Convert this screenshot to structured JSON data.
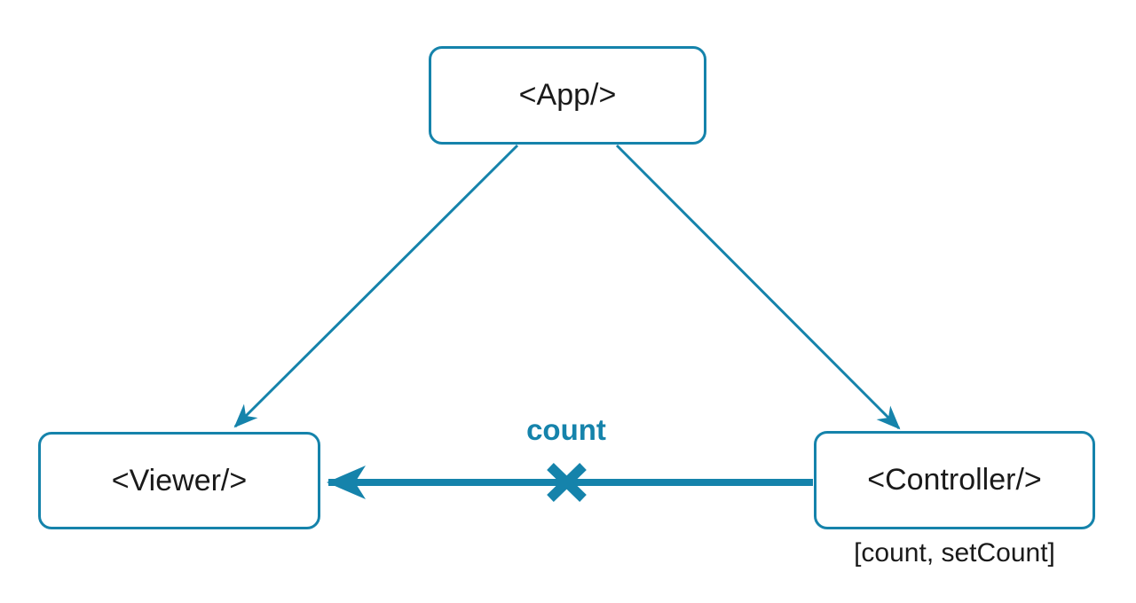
{
  "theme": {
    "accent": "#1583ab",
    "text": "#1a1a1a",
    "background": "#ffffff"
  },
  "diagram": {
    "nodes": [
      {
        "id": "app",
        "label": "<App/>"
      },
      {
        "id": "viewer",
        "label": "<Viewer/>"
      },
      {
        "id": "controller",
        "label": "<Controller/>",
        "sublabel": "[count, setCount]"
      }
    ],
    "edges": [
      {
        "from": "app",
        "to": "viewer",
        "style": "thin-arrow",
        "label": ""
      },
      {
        "from": "app",
        "to": "controller",
        "style": "thin-arrow",
        "label": ""
      },
      {
        "from": "controller",
        "to": "viewer",
        "style": "thick-arrow",
        "label": "count",
        "blocked": true
      }
    ]
  }
}
